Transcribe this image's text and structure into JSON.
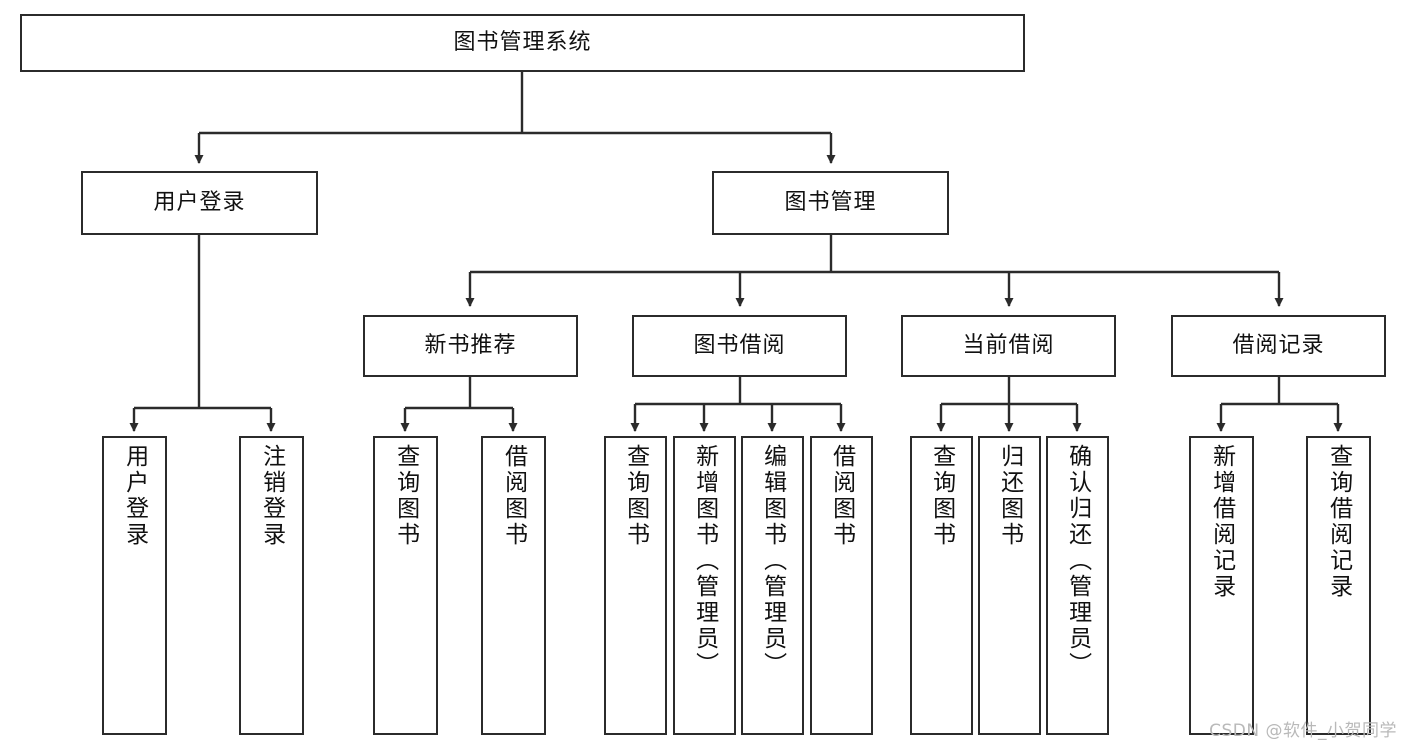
{
  "diagram": {
    "title": "图书管理系统",
    "watermark": "CSDN @软件_小贺同学",
    "colors": {
      "box_stroke": "#2b2b2b",
      "box_fill": "#ffffff",
      "edge": "#2b2b2b",
      "text": "#111111",
      "watermark": "#b9b9b9"
    },
    "root": {
      "label": "图书管理系统"
    },
    "level2": [
      {
        "label": "用户登录"
      },
      {
        "label": "图书管理"
      }
    ],
    "level3": [
      {
        "label": "新书推荐"
      },
      {
        "label": "图书借阅"
      },
      {
        "label": "当前借阅"
      },
      {
        "label": "借阅记录"
      }
    ],
    "leaves": {
      "user_login": [
        {
          "label": "用户登录"
        },
        {
          "label": "注销登录"
        }
      ],
      "new_book": [
        {
          "label": "查询图书"
        },
        {
          "label": "借阅图书"
        }
      ],
      "book_borrow": [
        {
          "label": "查询图书"
        },
        {
          "label": "新增图书（管理员）"
        },
        {
          "label": "编辑图书（管理员）"
        },
        {
          "label": "借阅图书"
        }
      ],
      "current_borrow": [
        {
          "label": "查询图书"
        },
        {
          "label": "归还图书"
        },
        {
          "label": "确认归还（管理员）"
        }
      ],
      "borrow_record": [
        {
          "label": "新增借阅记录"
        },
        {
          "label": "查询借阅记录"
        }
      ]
    }
  }
}
